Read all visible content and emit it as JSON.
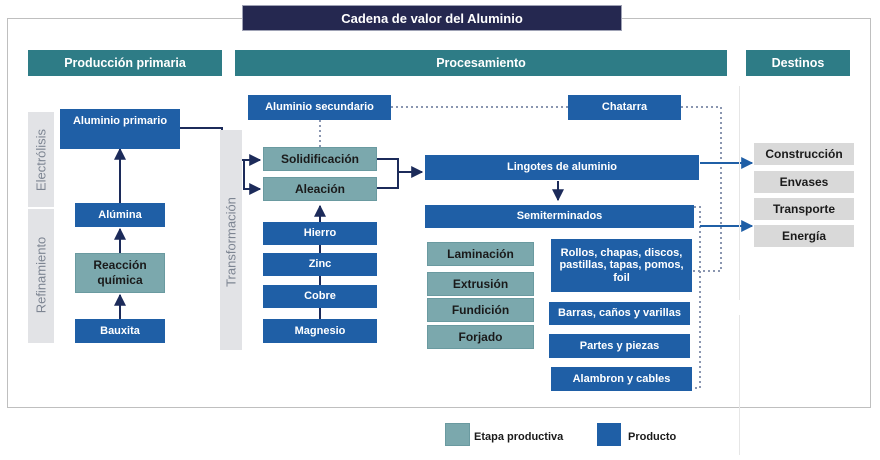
{
  "title": "Cadena de valor del Aluminio",
  "headers": {
    "primary": "Producción primaria",
    "processing": "Procesamiento",
    "destinations": "Destinos"
  },
  "side_labels": {
    "electrolysis": "Electrólisis",
    "refining": "Refinamiento",
    "transformation": "Transformación"
  },
  "primary": {
    "aluminio_primario": "Aluminio primario",
    "alumina": "Alúmina",
    "reaccion_quimica": "Reacción química",
    "bauxita": "Bauxita"
  },
  "processing": {
    "aluminio_secundario": "Aluminio secundario",
    "chatarra": "Chatarra",
    "solidificacion": "Solidificación",
    "aleacion": "Aleación",
    "alloys": [
      "Hierro",
      "Zinc",
      "Cobre",
      "Magnesio"
    ],
    "lingotes": "Lingotes de aluminio",
    "semiterminados": "Semiterminados",
    "stages": [
      "Laminación",
      "Extrusión",
      "Fundición",
      "Forjado"
    ],
    "products": [
      "Rollos, chapas, discos, pastillas, tapas, pomos, foil",
      "Barras, caños y varillas",
      "Partes y piezas",
      "Alambron y cables"
    ]
  },
  "destinations": [
    "Construcción",
    "Envases",
    "Transporte",
    "Energía"
  ],
  "legend": {
    "stage": "Etapa productiva",
    "product": "Producto"
  },
  "colors": {
    "title_bg": "#252850",
    "header": "#2e7c86",
    "product": "#1f5fa6",
    "stage": "#7ba8ad",
    "destination": "#d9d9d9",
    "connector": "#1c2b5a"
  }
}
